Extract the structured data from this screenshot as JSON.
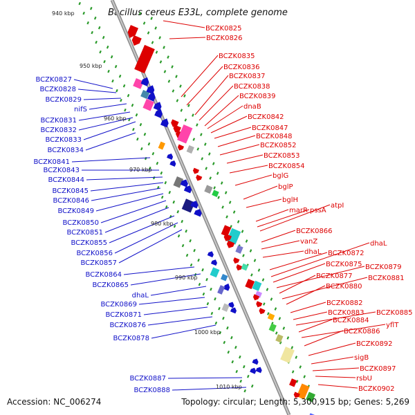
{
  "title": "Bacillus cereus E33L, complete genome",
  "footer": {
    "accession": "Accession: NC_006274",
    "stats": "Topology: circular; Length: 5,300,915 bp; Genes: 5,269"
  },
  "colors": {
    "forward": "#dd0000",
    "reverse": "#1010c8",
    "backbone": "#a0a0a0",
    "ticks": "#2a9a2a"
  },
  "kbp_ticks": [
    "940 kbp",
    "950 kbp",
    "960 kbp",
    "970 kbp",
    "980 kbp",
    "990 kbp",
    "1000 kbp",
    "1010 kbp"
  ],
  "left_genes": [
    "BCZK0827",
    "BCZK0828",
    "BCZK0829",
    "nifS",
    "BCZK0831",
    "BCZK0832",
    "BCZK0833",
    "BCZK0834",
    "BCZK0841",
    "BCZK0843",
    "BCZK0844",
    "BCZK0845",
    "BCZK0846",
    "BCZK0849",
    "BCZK0850",
    "BCZK0851",
    "BCZK0855",
    "BCZK0856",
    "BCZK0857",
    "BCZK0864",
    "BCZK0865",
    "dhaL",
    "BCZK0869",
    "BCZK0871",
    "BCZK0876",
    "BCZK0878",
    "BCZK0887",
    "BCZK0888"
  ],
  "right_genes": [
    "BCZK0825",
    "BCZK0826",
    "BCZK0835",
    "BCZK0836",
    "BCZK0837",
    "BCZK0838",
    "BCZK0839",
    "dnaB",
    "BCZK0842",
    "BCZK0847",
    "BCZK0848",
    "BCZK0852",
    "BCZK0853",
    "BCZK0854",
    "bglG",
    "bglP",
    "bglH",
    "marR",
    "pssA",
    "atpI",
    "BCZK0866",
    "vanZ",
    "dhaL",
    "BCZK0872",
    "dhaL",
    "BCZK0875",
    "BCZK0879",
    "BCZK0877",
    "BCZK0881",
    "BCZK0880",
    "BCZK0882",
    "BCZK0883",
    "BCZK0885",
    "BCZK0884",
    "yflT",
    "BCZK0886",
    "BCZK0892",
    "sigB",
    "BCZK0897",
    "rsbU",
    "BCZK0902"
  ]
}
